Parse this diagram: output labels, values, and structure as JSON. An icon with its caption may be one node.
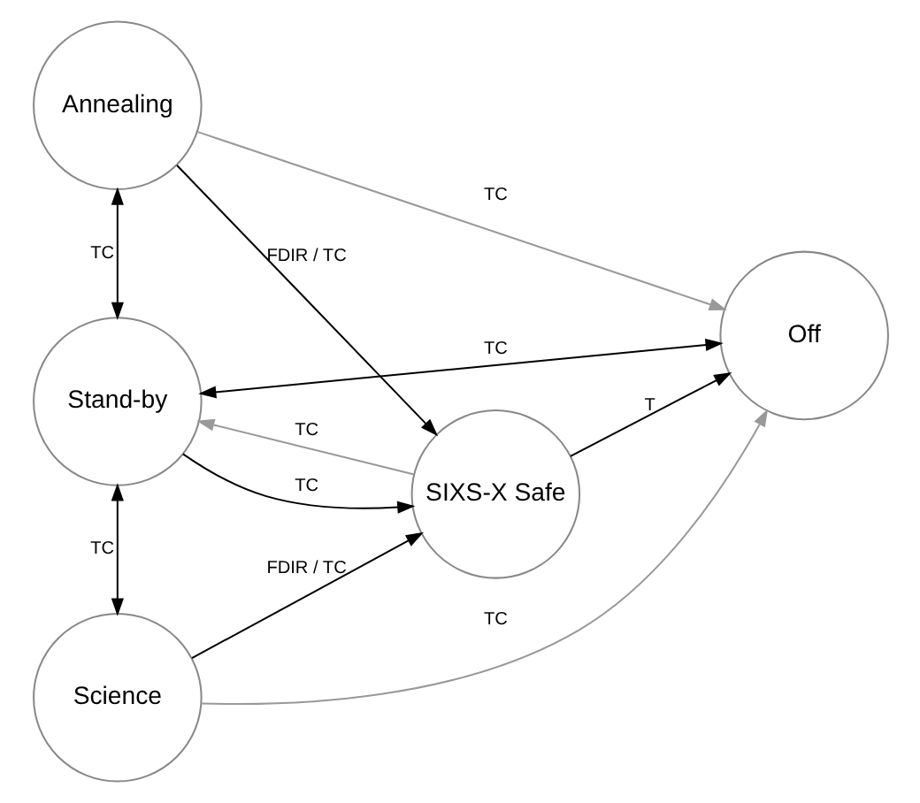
{
  "diagram": {
    "nodes": [
      {
        "text": [
          "Annealing"
        ]
      },
      {
        "text": [
          "Off"
        ]
      },
      {
        "text": [
          "Stand-by"
        ]
      },
      {
        "text": [
          "SIXS-X Safe"
        ]
      },
      {
        "text": [
          "Science"
        ]
      }
    ],
    "edges": [
      {
        "from": 0,
        "to": 3,
        "arrow": "to",
        "label": "FDIR / TC"
      },
      {
        "from": 0,
        "to": 1,
        "arrow": "to",
        "label": "TC",
        "color": "#999999"
      },
      {
        "from": 0,
        "to": 2,
        "arrow": "both",
        "label": "TC"
      },
      {
        "from": 1,
        "to": 2,
        "arrow": "both",
        "label": "TC"
      },
      {
        "from": 2,
        "to": 3,
        "arrow": "to",
        "label": "TC"
      },
      {
        "from": 3,
        "to": 2,
        "arrow": "to",
        "label": "TC",
        "color": "#999999"
      },
      {
        "from": 4,
        "to": 1,
        "arrow": "to",
        "label": "TC",
        "color": "#999999"
      },
      {
        "from": 2,
        "to": 4,
        "arrow": "both",
        "label": "TC"
      },
      {
        "from": 4,
        "to": 3,
        "arrow": "to",
        "label": "FDIR / TC"
      },
      {
        "from": 3,
        "to": 1,
        "arrow": "to",
        "label": "T"
      }
    ]
  }
}
